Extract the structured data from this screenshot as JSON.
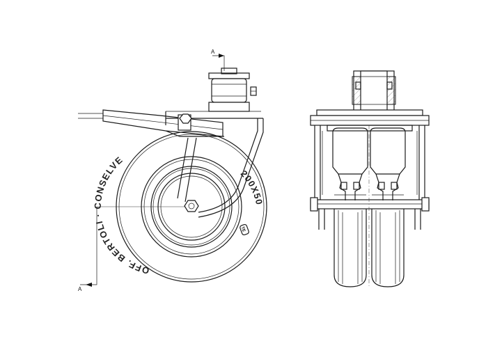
{
  "drawing": {
    "section_label_top": "A",
    "section_label_bottom": "A",
    "tire_brand_text": "OFF. BERTOLI · CONSELVE",
    "tire_size_text": "200X50",
    "logo_mark": "TE"
  }
}
